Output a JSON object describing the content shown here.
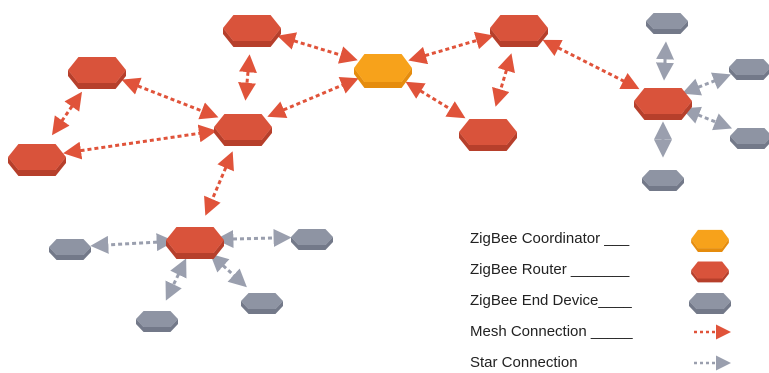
{
  "colors": {
    "coordinator": "#F7A21B",
    "router": "#D9533B",
    "end_device": "#8E94A3",
    "mesh_line": "#E0533A",
    "star_line": "#9A9FAE"
  },
  "node_types": {
    "coordinator": "coordinator",
    "router": "router",
    "end_device": "end-device"
  },
  "nodes": [
    {
      "id": "coord",
      "type": "coordinator"
    },
    {
      "id": "r1",
      "type": "router"
    },
    {
      "id": "r2",
      "type": "router"
    },
    {
      "id": "r3",
      "type": "router"
    },
    {
      "id": "r4",
      "type": "router"
    },
    {
      "id": "r5",
      "type": "router"
    },
    {
      "id": "r6",
      "type": "router"
    },
    {
      "id": "r7",
      "type": "router"
    },
    {
      "id": "r8",
      "type": "router"
    },
    {
      "id": "e1",
      "type": "end_device"
    },
    {
      "id": "e2",
      "type": "end_device"
    },
    {
      "id": "e3",
      "type": "end_device"
    },
    {
      "id": "e4",
      "type": "end_device"
    },
    {
      "id": "e5",
      "type": "end_device"
    },
    {
      "id": "e6",
      "type": "end_device"
    },
    {
      "id": "e7",
      "type": "end_device"
    },
    {
      "id": "e8",
      "type": "end_device"
    }
  ],
  "mesh_connections": [
    [
      "r1",
      "coord"
    ],
    [
      "r1",
      "r4"
    ],
    [
      "r2",
      "r4"
    ],
    [
      "r2",
      "r3"
    ],
    [
      "r3",
      "r4"
    ],
    [
      "r4",
      "coord"
    ],
    [
      "r4",
      "r7"
    ],
    [
      "coord",
      "r5"
    ],
    [
      "coord",
      "r6"
    ],
    [
      "r5",
      "r6"
    ],
    [
      "r5",
      "r8"
    ]
  ],
  "star_connections": [
    [
      "r8",
      "e1"
    ],
    [
      "r8",
      "e2"
    ],
    [
      "r8",
      "e3"
    ],
    [
      "r8",
      "e4"
    ],
    [
      "r7",
      "e5"
    ],
    [
      "r7",
      "e6"
    ],
    [
      "r7",
      "e7"
    ],
    [
      "r7",
      "e8"
    ]
  ],
  "legend": [
    {
      "label": "ZigBee Coordinator ___",
      "symbol": "coordinator"
    },
    {
      "label": "ZigBee Router _______",
      "symbol": "router"
    },
    {
      "label": "ZigBee End Device____",
      "symbol": "end_device"
    },
    {
      "label": "Mesh Connection _____",
      "symbol": "mesh"
    },
    {
      "label": "Star Connection",
      "symbol": "star"
    }
  ]
}
